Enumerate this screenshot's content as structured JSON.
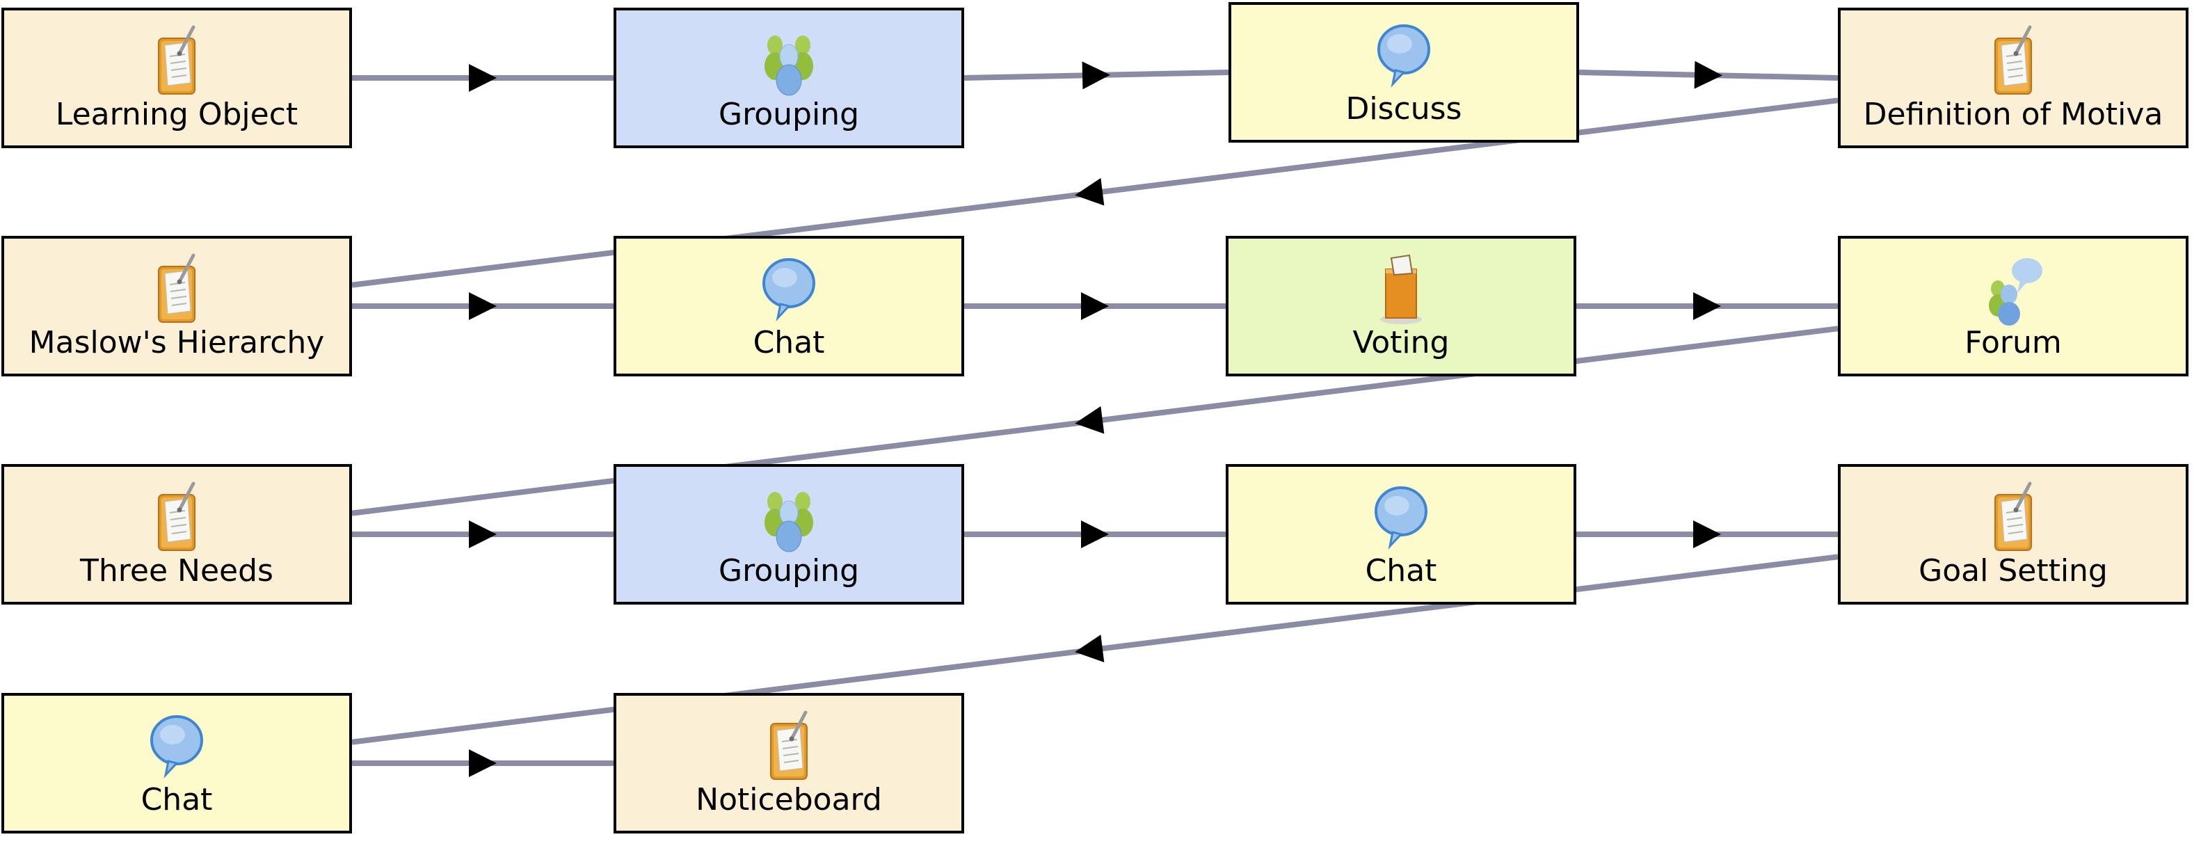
{
  "diagram": {
    "title": "Learning sequence flow",
    "colors": {
      "edge": "#8A8BA5",
      "arrow": "#000000",
      "border": "#000000",
      "type_colors": {
        "learning-object": "#FBF0D6",
        "grouping": "#CFDDF9",
        "chat": "#FDFACC",
        "voting": "#E9F8C0",
        "forum": "#FDFACC"
      }
    },
    "nodes": [
      {
        "id": "n1",
        "label": "Learning Object",
        "type": "learning-object",
        "icon": "notebook-icon",
        "row": 0,
        "col": 0
      },
      {
        "id": "n2",
        "label": "Grouping",
        "type": "grouping",
        "icon": "group-people-icon",
        "row": 0,
        "col": 1
      },
      {
        "id": "n3",
        "label": "Discuss",
        "type": "chat",
        "icon": "speech-bubble-icon",
        "row": 0,
        "col": 2
      },
      {
        "id": "n4",
        "label": "Definition of Motiva",
        "type": "learning-object",
        "icon": "notebook-icon",
        "row": 0,
        "col": 3
      },
      {
        "id": "n5",
        "label": "Maslow's Hierarchy",
        "type": "learning-object",
        "icon": "notebook-icon",
        "row": 1,
        "col": 0
      },
      {
        "id": "n6",
        "label": "Chat",
        "type": "chat",
        "icon": "speech-bubble-icon",
        "row": 1,
        "col": 1
      },
      {
        "id": "n7",
        "label": "Voting",
        "type": "voting",
        "icon": "ballot-box-icon",
        "row": 1,
        "col": 2
      },
      {
        "id": "n8",
        "label": "Forum",
        "type": "forum",
        "icon": "forum-people-bubble-icon",
        "row": 1,
        "col": 3
      },
      {
        "id": "n9",
        "label": "Three Needs",
        "type": "learning-object",
        "icon": "notebook-icon",
        "row": 2,
        "col": 0
      },
      {
        "id": "n10",
        "label": "Grouping",
        "type": "grouping",
        "icon": "group-people-icon",
        "row": 2,
        "col": 1
      },
      {
        "id": "n11",
        "label": "Chat",
        "type": "chat",
        "icon": "speech-bubble-icon",
        "row": 2,
        "col": 2
      },
      {
        "id": "n12",
        "label": "Goal Setting",
        "type": "learning-object",
        "icon": "notebook-icon",
        "row": 2,
        "col": 3
      },
      {
        "id": "n13",
        "label": "Chat",
        "type": "chat",
        "icon": "speech-bubble-icon",
        "row": 3,
        "col": 0
      },
      {
        "id": "n14",
        "label": "Noticeboard",
        "type": "learning-object",
        "icon": "notebook-icon",
        "row": 3,
        "col": 1
      }
    ],
    "edges": [
      {
        "from": "n1",
        "to": "n2"
      },
      {
        "from": "n2",
        "to": "n3"
      },
      {
        "from": "n3",
        "to": "n4"
      },
      {
        "from": "n4",
        "to": "n5"
      },
      {
        "from": "n5",
        "to": "n6"
      },
      {
        "from": "n6",
        "to": "n7"
      },
      {
        "from": "n7",
        "to": "n8"
      },
      {
        "from": "n8",
        "to": "n9"
      },
      {
        "from": "n9",
        "to": "n10"
      },
      {
        "from": "n10",
        "to": "n11"
      },
      {
        "from": "n11",
        "to": "n12"
      },
      {
        "from": "n12",
        "to": "n13"
      },
      {
        "from": "n13",
        "to": "n14"
      }
    ]
  }
}
